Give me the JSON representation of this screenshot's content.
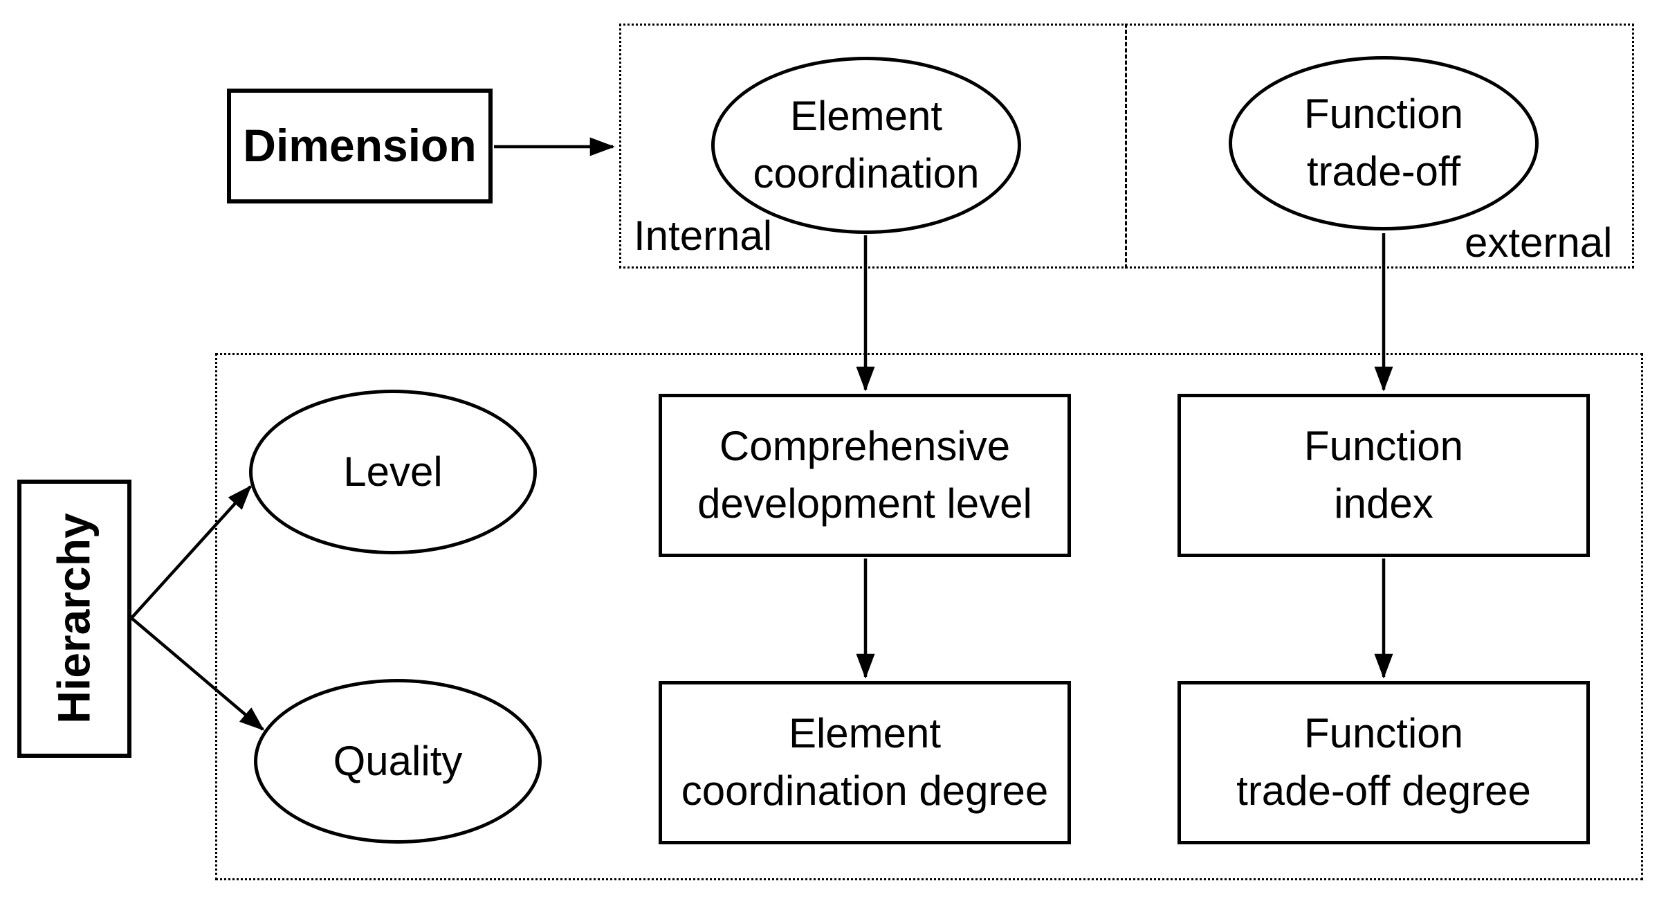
{
  "diagram": {
    "dimension_label": "Dimension",
    "hierarchy_label": "Hierarchy",
    "top_group": {
      "internal_label": "Internal",
      "external_label": "external",
      "element_coordination": {
        "line1": "Element",
        "line2": "coordination"
      },
      "function_tradeoff": {
        "line1": "Function",
        "line2": "trade-off"
      }
    },
    "bottom_group": {
      "level_label": "Level",
      "quality_label": "Quality",
      "comprehensive_development_level": {
        "line1": "Comprehensive",
        "line2": "development level"
      },
      "function_index": {
        "line1": "Function",
        "line2": "index"
      },
      "element_coordination_degree": {
        "line1": "Element",
        "line2": "coordination degree"
      },
      "function_tradeoff_degree": {
        "line1": "Function",
        "line2": "trade-off degree"
      }
    },
    "edges": [
      {
        "from": "dimension",
        "to": "dimension-group"
      },
      {
        "from": "element-coordination",
        "to": "comprehensive-development-level"
      },
      {
        "from": "function-trade-off",
        "to": "function-index"
      },
      {
        "from": "comprehensive-development-level",
        "to": "element-coordination-degree"
      },
      {
        "from": "function-index",
        "to": "function-trade-off-degree"
      },
      {
        "from": "hierarchy",
        "to": "level"
      },
      {
        "from": "hierarchy",
        "to": "quality"
      }
    ],
    "colors": {
      "stroke": "#000000",
      "background": "#ffffff",
      "text": "#000000"
    }
  }
}
